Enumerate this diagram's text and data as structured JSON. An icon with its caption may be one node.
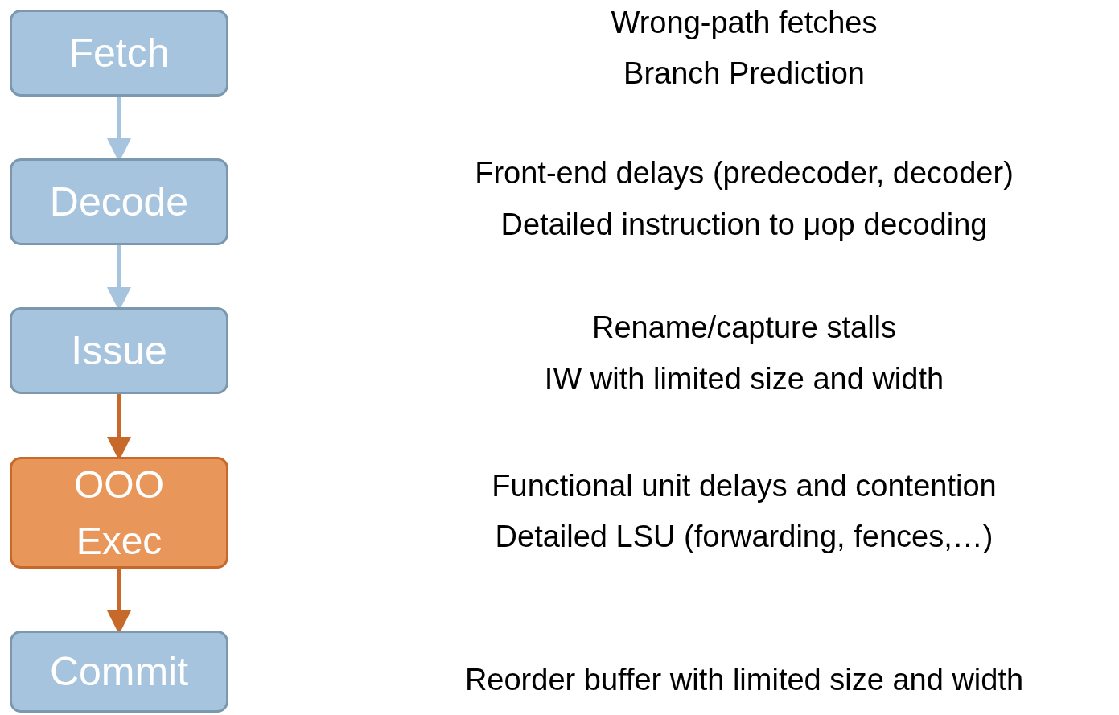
{
  "diagram": {
    "nodes": [
      {
        "text": [
          "Fetch"
        ]
      },
      {
        "text": [
          "Decode"
        ]
      },
      {
        "text": [
          "Issue"
        ]
      },
      {
        "text": [
          "OOO Exec"
        ]
      },
      {
        "text": [
          "Commit"
        ]
      }
    ],
    "edges": [
      {
        "from": 0,
        "to": 1,
        "arrow": "to"
      },
      {
        "from": 1,
        "to": 2,
        "arrow": "to"
      },
      {
        "from": 2,
        "to": 3,
        "arrow": "to",
        "color": "#c8692c"
      },
      {
        "from": 3,
        "to": 4,
        "arrow": "to",
        "color": "#c8692c"
      }
    ],
    "labels": [
      "Wrong-path fetches",
      "Branch Prediction",
      "Front-end delays (predecoder, decoder)",
      "Detailed instruction to μop decoding",
      "Rename/capture stalls",
      "IW with limited size and width",
      "Functional unit delays and contention",
      "Detailed LSU (forwarding, fences,…)",
      "Reorder buffer with limited size and width"
    ]
  }
}
